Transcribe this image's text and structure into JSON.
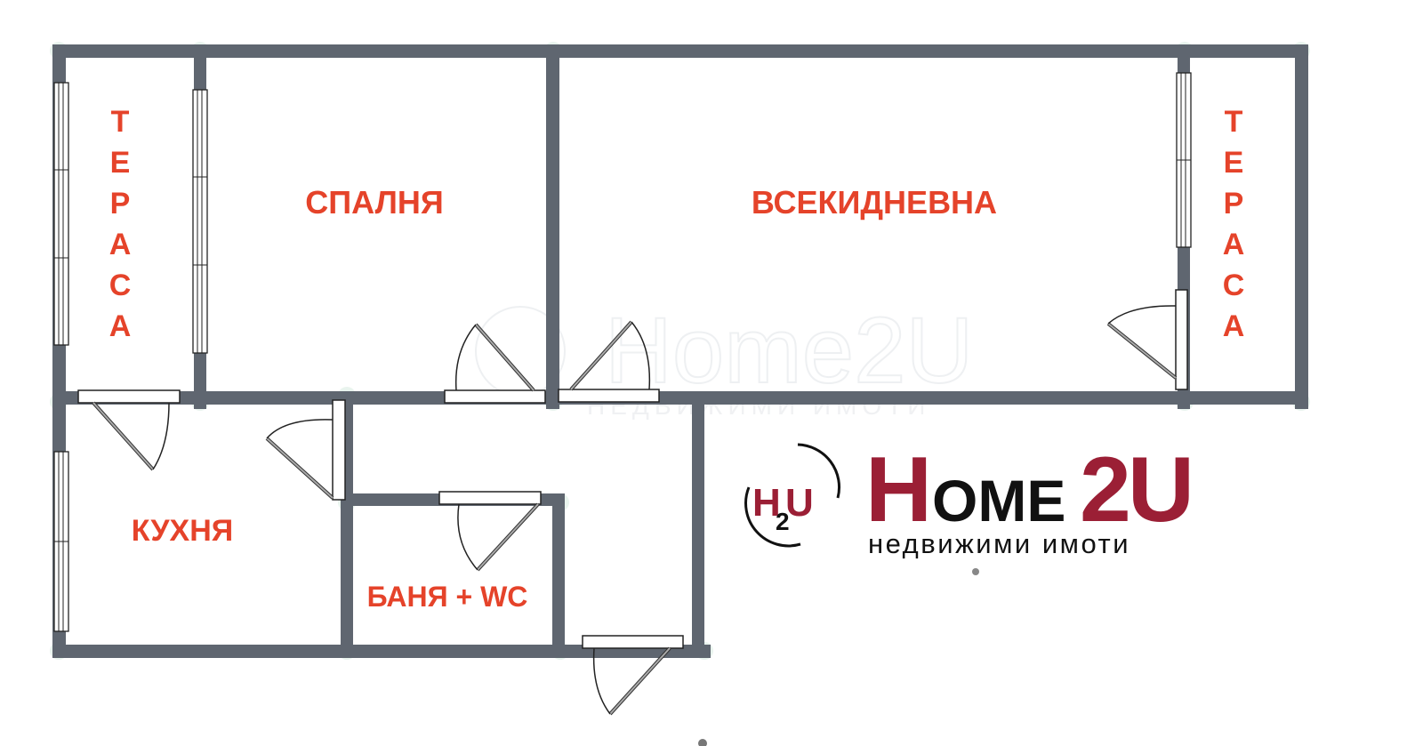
{
  "floor_plan": {
    "rooms": [
      {
        "id": "terrace-left",
        "label": "ТЕРАСА",
        "orientation": "vertical"
      },
      {
        "id": "bedroom",
        "label": "СПАЛНЯ"
      },
      {
        "id": "living-room",
        "label": "ВСЕКИДНЕВНА"
      },
      {
        "id": "terrace-right",
        "label": "ТЕРАСА",
        "orientation": "vertical"
      },
      {
        "id": "kitchen",
        "label": "КУХНЯ"
      },
      {
        "id": "bathroom",
        "label": "БАНЯ + WC"
      }
    ],
    "letters": {
      "t": "Т",
      "e": "Е",
      "r": "Р",
      "a": "А",
      "s": "С"
    },
    "colors": {
      "wall": "#5f6670",
      "label": "#e5432a",
      "logo_red": "#9b1f35",
      "logo_black": "#111111"
    }
  },
  "logo": {
    "badge_h": "H",
    "badge_u": "U",
    "badge_2": "2",
    "brand_h": "H",
    "brand_ome": "OME",
    "brand_2u": "2U",
    "tagline": "недвижими имоти"
  },
  "watermark": {
    "brand": "Home2U",
    "tagline": "НЕДВИЖИМИ ИМОТИ"
  }
}
